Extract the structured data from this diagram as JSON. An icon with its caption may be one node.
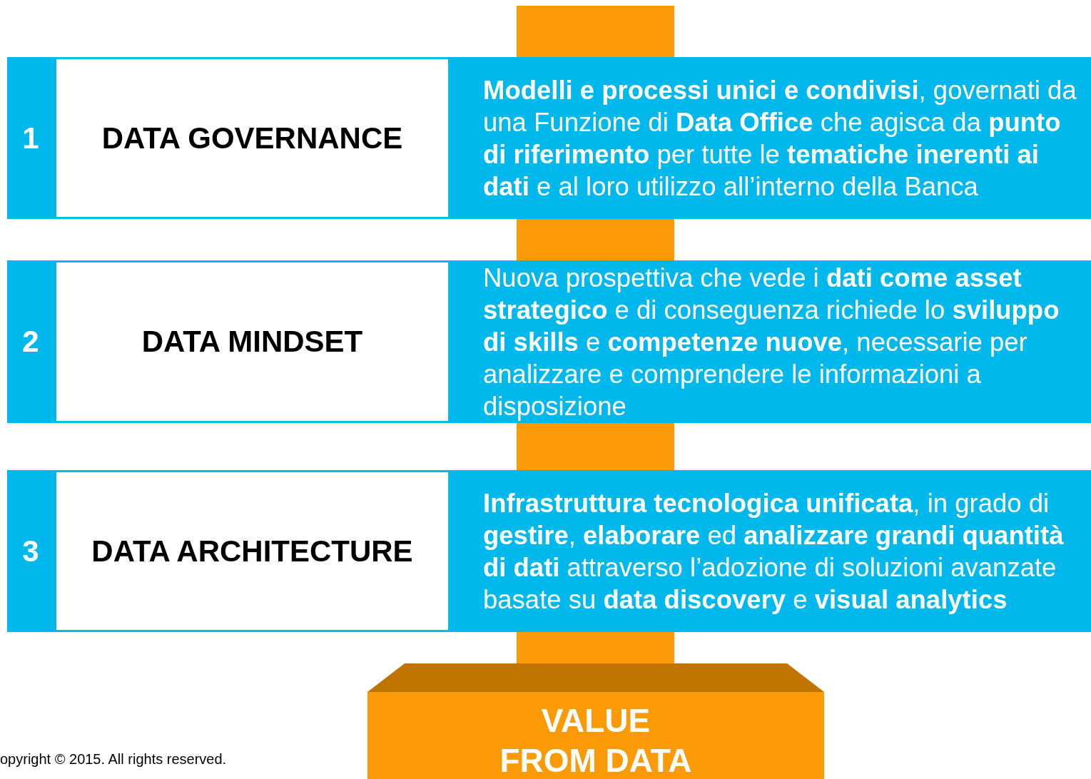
{
  "diagram": {
    "nodes": [
      {
        "text": [
          "1"
        ]
      },
      {
        "text": [
          "DATA GOVERNANCE"
        ]
      },
      {
        "text": [
          "**Modelli e processi unici e condivisi**, governati da una Funzione di **Data Office** che agisca da **punto di riferimento** per tutte le **tematiche inerenti ai dati** e al loro utilizzo all’interno della Banca"
        ]
      },
      {
        "text": [
          "2"
        ]
      },
      {
        "text": [
          "DATA MINDSET"
        ]
      },
      {
        "text": [
          "Nuova prospettiva che vede i **dati come asset strategico** e di conseguenza richiede lo **sviluppo di skills** e **competenze nuove**, necessarie per analizzare e comprendere le informazioni a disposizione"
        ]
      },
      {
        "text": [
          "3"
        ]
      },
      {
        "text": [
          "DATA ARCHITECTURE"
        ]
      },
      {
        "text": [
          "**Infrastruttura tecnologica unificata**, in grado di **gestire**, **elaborare** ed **analizzare grandi quantità di dati** attraverso l’adozione di soluzioni avanzate basate su **data discovery** e **visual analytics**"
        ]
      },
      {
        "text": [
          "VALUE FROM DATA"
        ]
      }
    ],
    "labels": [
      "opyright © 2015. All rights reserved."
    ]
  }
}
